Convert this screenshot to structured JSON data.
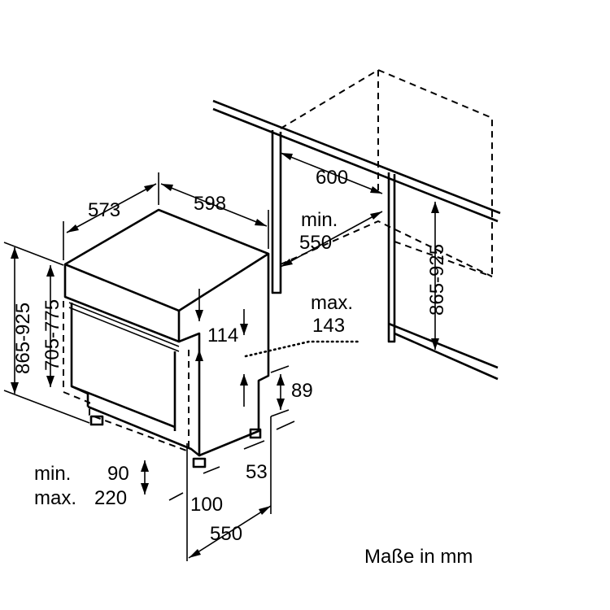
{
  "dimensions": {
    "cabinet_width": "600",
    "niche_depth_min_label": "min.",
    "niche_depth_min_value": "550",
    "niche_height": "865-925",
    "appliance_depth": "573",
    "appliance_width": "598",
    "appliance_height": "865-925",
    "door_height": "705-775",
    "panel_gap": "114",
    "max_label": "max.",
    "max_value": "143",
    "toe_height": "89",
    "min_label": "min.",
    "max_label_2": "max.",
    "foot_min": "90",
    "foot_max": "220",
    "foot_offset": "100",
    "plinth_depth": "53",
    "depth_bottom": "550"
  },
  "caption": "Maße in mm"
}
